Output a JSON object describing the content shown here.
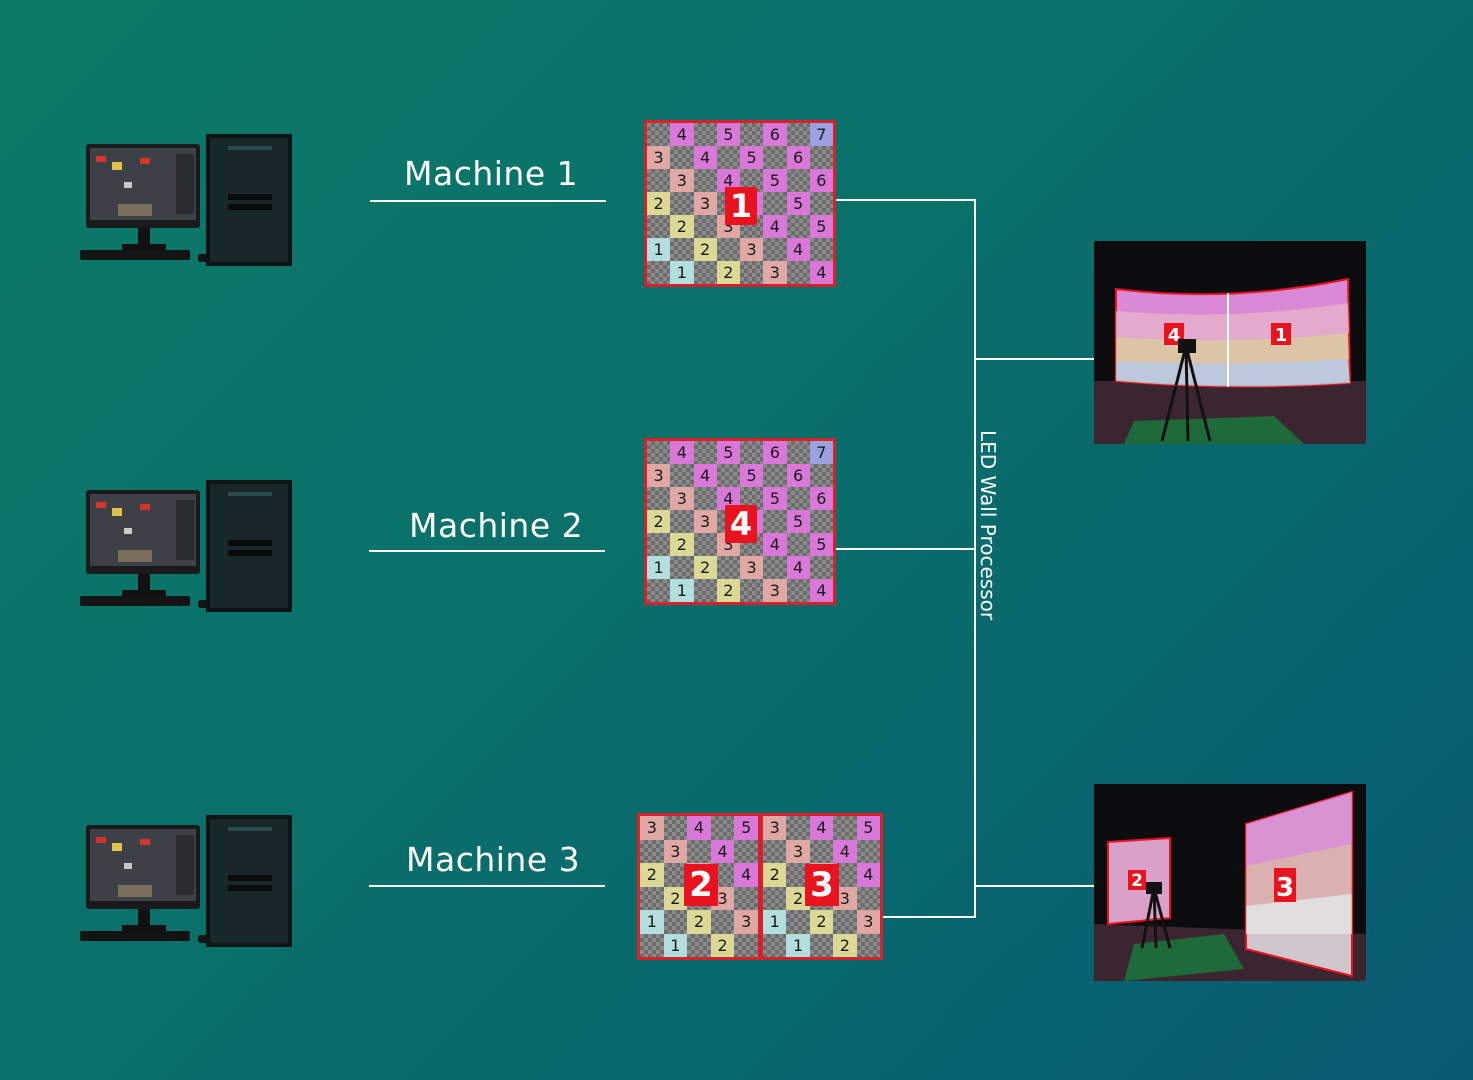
{
  "machines": [
    {
      "label": "Machine 1",
      "tile_number": "1"
    },
    {
      "label": "Machine 2",
      "tile_number": "4"
    },
    {
      "label": "Machine 3",
      "tile_numbers": [
        "2",
        "3"
      ]
    }
  ],
  "processor_label": "LED Wall Processor",
  "tile_grid": [
    [
      "",
      "4",
      "",
      "5",
      "",
      "6",
      "",
      "7"
    ],
    [
      "3",
      "",
      "4",
      "",
      "5",
      "",
      "6",
      ""
    ],
    [
      "",
      "3",
      "",
      "4",
      "",
      "5",
      "",
      "6"
    ],
    [
      "2",
      "",
      "3",
      "",
      "4",
      "",
      "5",
      ""
    ],
    [
      "",
      "2",
      "",
      "3",
      "",
      "4",
      "",
      "5"
    ],
    [
      "1",
      "",
      "2",
      "",
      "3",
      "",
      "4",
      ""
    ],
    [
      "",
      "1",
      "",
      "2",
      "",
      "3",
      "",
      "4"
    ]
  ],
  "half_tile_grid": [
    [
      "3",
      "",
      "4",
      "",
      "5"
    ],
    [
      "",
      "3",
      "",
      "4",
      ""
    ],
    [
      "2",
      "",
      "3",
      "",
      "4"
    ],
    [
      "",
      "2",
      "",
      "3",
      ""
    ],
    [
      "1",
      "",
      "2",
      "",
      "3"
    ],
    [
      "",
      "1",
      "",
      "2",
      ""
    ]
  ],
  "wall_photo_top": {
    "numbers": [
      "4",
      "1"
    ]
  },
  "wall_photo_bottom": {
    "numbers": [
      "2",
      "3"
    ]
  },
  "colors": {
    "row_1": "#b2dede",
    "row_2": "#dcd896",
    "row_3": "#e0a8a4",
    "row_4": "#d978d8",
    "row_top": "#9aa0e0",
    "tile_border": "#d8202a",
    "big_number_bg": "#e8131f"
  }
}
